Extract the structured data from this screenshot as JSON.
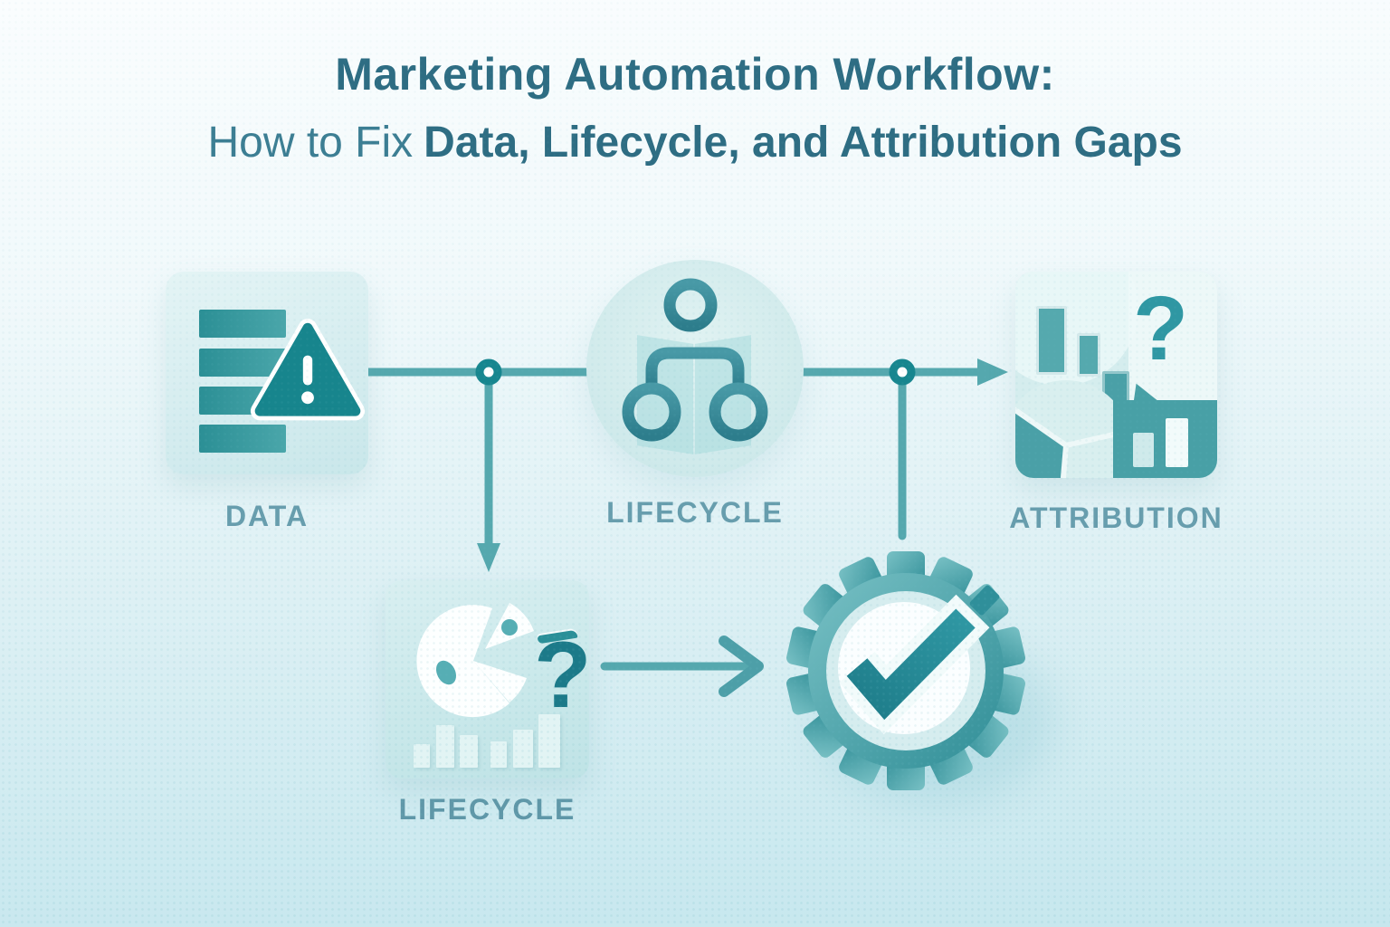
{
  "title": {
    "line1": "Marketing Automation Workflow:",
    "line2_light": "How to Fix",
    "line2_bold": "Data, Lifecycle, and Attribution Gaps"
  },
  "nodes": {
    "data": {
      "label": "DATA",
      "icon": "database-rows-warning-icon"
    },
    "lifecycle_top": {
      "label": "LIFECYCLE",
      "icon": "org-chart-icon"
    },
    "attribution": {
      "label": "ATTRIBUTION",
      "icon": "bar-chart-pie-question-icon",
      "question_glyph": "?"
    },
    "lifecycle_bottom": {
      "label": "LIFECYCLE",
      "icon": "pie-chart-bars-question-icon",
      "question_glyph": "?"
    },
    "outcome": {
      "icon": "gear-checkmark-icon"
    }
  },
  "connectors": {
    "style": "teal lines with ring junction nodes and arrowheads",
    "flow": [
      "data -> junction1 -> lifecycle_top",
      "junction1 -> lifecycle_bottom",
      "lifecycle_top -> junction2 -> attribution",
      "junction2 -> outcome",
      "lifecycle_bottom -> outcome"
    ]
  },
  "colors": {
    "title_text": "#2e6d83",
    "label_text": "#679dad",
    "accent_teal": "#2f8f98",
    "deep_teal": "#17858d",
    "line_teal": "#55a8ae",
    "card_bg": "#d5edee",
    "background_bottom": "#c6e7ee"
  }
}
